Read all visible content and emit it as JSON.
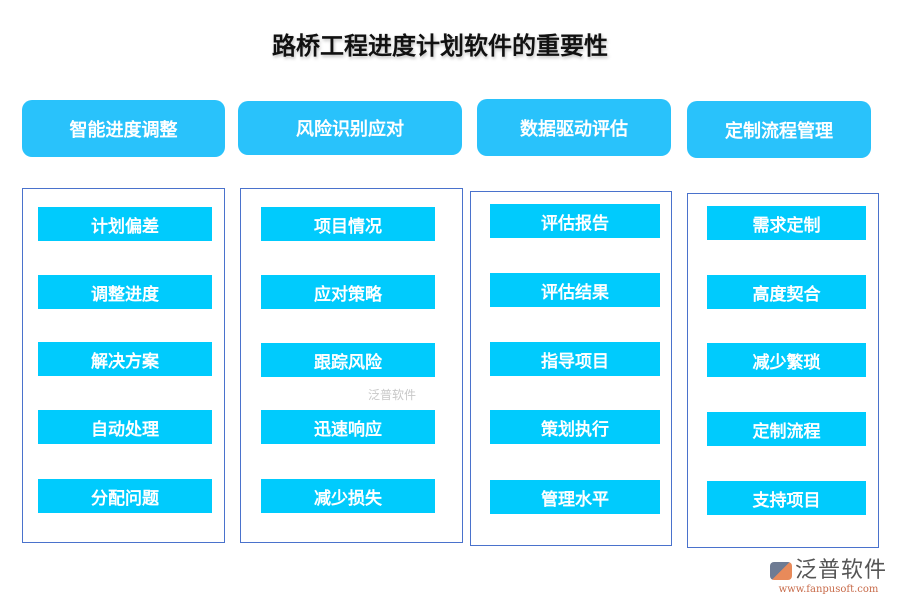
{
  "title": "路桥工程进度计划软件的重要性",
  "columns": [
    {
      "header": "智能进度调整",
      "items": [
        "计划偏差",
        "调整进度",
        "解决方案",
        "自动处理",
        "分配问题"
      ]
    },
    {
      "header": "风险识别应对",
      "items": [
        "项目情况",
        "应对策略",
        "跟踪风险",
        "迅速响应",
        "减少损失"
      ]
    },
    {
      "header": "数据驱动评估",
      "items": [
        "评估报告",
        "评估结果",
        "指导项目",
        "策划执行",
        "管理水平"
      ]
    },
    {
      "header": "定制流程管理",
      "items": [
        "需求定制",
        "高度契合",
        "减少繁琐",
        "定制流程",
        "支持项目"
      ]
    }
  ],
  "watermark": "泛普软件",
  "logo": {
    "name": "泛普软件",
    "url": "www.fanpusoft.com"
  }
}
